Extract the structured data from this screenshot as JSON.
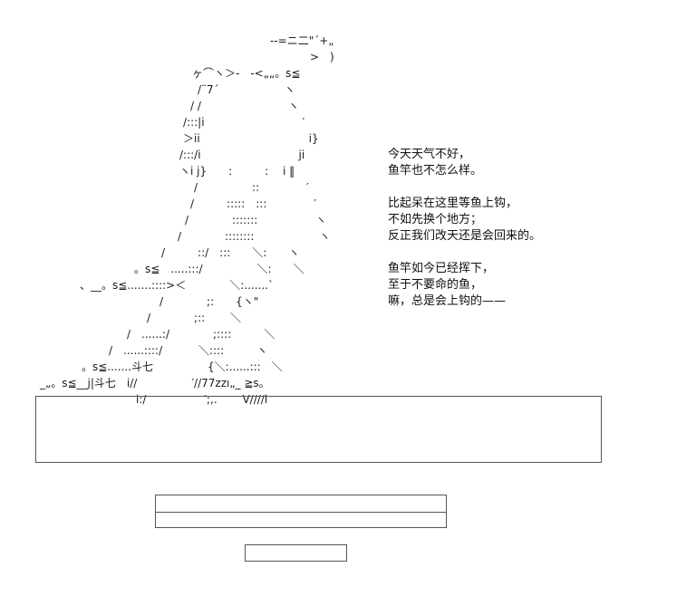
{
  "art": {
    "line_01": "--=ニ二\"´+„",
    "line_02": ">　)",
    "line_03": "ヶ⌒ヽ＞-　-<„„。s≦",
    "line_04": "/¨7´　　　　　　ヽ",
    "line_05": "/ /　　　　　　　　ヽ",
    "line_06": "/:::|i　　　　　　　　　′",
    "line_07": "＞ii　　　　　　　　　　i}",
    "line_08": "/:::/i　　　　　　　　　ji",
    "line_09": "ヽi j}　　:　　　:　 i ‖",
    "line_10": "/　　　　　::　　　　 ′",
    "line_11": "/　　　:::::　:::　　　　 ′",
    "line_12": "/　　　　:::::::　　　　　 ヽ",
    "line_13": "/　　　　::::::::　　　　　　ヽ",
    "line_14": "/　　　::/　:::　　＼:　　ヽ",
    "line_15": "。s≦　.....:::/　　　　　＼:　　＼",
    "line_16": "、__。s≦.......::::>＜　　　　＼:.......`",
    "line_17": "/　　　　;:　　{ヽ\"",
    "line_18": "/　　　　;::　　 ＼",
    "line_19": "/　......:/　　　　;::::　　　＼",
    "line_20": "/　......::::/　　　 ＼::::　　　ヽ",
    "line_21": "。s≦.......斗七　　　　　{＼:......:::　＼",
    "line_22": "_„。s≦__j|斗七　i//　　　　　′//77zzı„_ ≧s。",
    "line_23": "i:/　　　　　 ′;,.　　 V////i"
  },
  "caption": {
    "line_1": "今天天气不好，",
    "line_2": "鱼竿也不怎么样。",
    "line_3": "比起呆在这里等鱼上钩，",
    "line_4": "不如先换个地方；",
    "line_5": "反正我们改天还是会回来的。",
    "line_6": "鱼竿如今已经挥下，",
    "line_7": "至于不要命的鱼，",
    "line_8": "嘛，总是会上钩的——"
  }
}
